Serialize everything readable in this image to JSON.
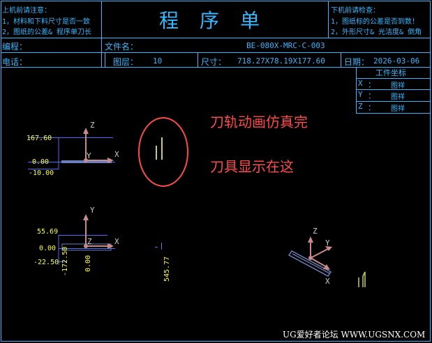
{
  "header": {
    "notes_left": {
      "title": "上机前请注意：",
      "line1": "1，材料和下料尺寸是否一致",
      "line2": "2，图纸的公差& 程序单刀长"
    },
    "title": "程序单",
    "notes_right": {
      "title": "下机前请检查：",
      "line1": "1，图纸标的公差是否到数！",
      "line2": "2，外形尺寸& 光洁度& 倒角"
    },
    "programmer_label": "编程：",
    "programmer_value": "",
    "filename_label": "文件名：",
    "filename_value": "BE-080X-MRC-C-003",
    "phone_label": "电话：",
    "phone_value": "",
    "layer_label": "图层：",
    "layer_value": "10",
    "size_label": "尺寸：",
    "size_value": "718.27X78.19X177.60",
    "date_label": "日期：",
    "date_value": "2026-03-06"
  },
  "work_coords": {
    "title": "工件坐标",
    "rows": [
      {
        "axis": "X",
        "sep": "：",
        "value": "图祥"
      },
      {
        "axis": "Y",
        "sep": "：",
        "value": "图祥"
      },
      {
        "axis": "Z",
        "sep": "：",
        "value": "图祥"
      }
    ]
  },
  "views": {
    "front": {
      "dims": [
        "167.60",
        "0.00",
        "-10.00"
      ],
      "axes": [
        "Z",
        "Y",
        "X"
      ]
    },
    "top": {
      "dims": [
        "55.69",
        "0.00",
        "-22.50"
      ],
      "bottom_dims": [
        "-172.50",
        "0.00"
      ],
      "axes": [
        "Y",
        "Z",
        "X"
      ]
    },
    "side": {
      "dims": [
        "545.77"
      ]
    },
    "iso": {
      "axes": [
        "Z",
        "Y",
        "X"
      ]
    }
  },
  "annotations": {
    "line1": "刀轨动画仿真完",
    "line2": "刀具显示在这"
  },
  "watermark": "UG爱好者论坛 WWW.UGSNX.COM",
  "colors": {
    "frame": "#35b8ff",
    "dim_yellow": "#ffff33",
    "annotation_red": "#ff4a4a",
    "axis_pink": "#c88a8a",
    "part_line": "#4a6cff"
  }
}
